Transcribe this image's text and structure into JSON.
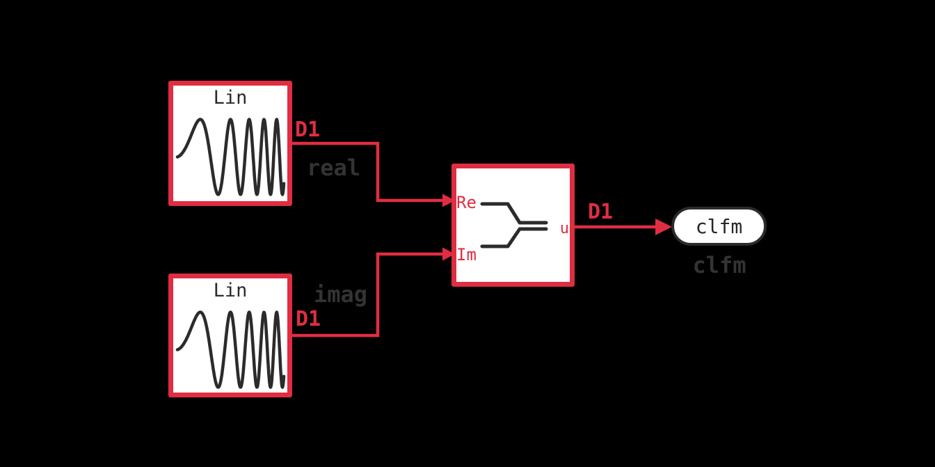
{
  "diagram_type": "simulink-block-diagram",
  "palette": {
    "background": "#000000",
    "signal_red": "#E02D42",
    "ink_dark": "#2B2B2B",
    "label_gray": "#333333",
    "block_fill": "#FFFFFF"
  },
  "blocks": {
    "chirp_real": {
      "icon_text": "Lin",
      "name": "real",
      "sample_time": "D1"
    },
    "chirp_imag": {
      "icon_text": "Lin",
      "name": "imag",
      "sample_time": "D1"
    },
    "complex_combine": {
      "port_re": "Re",
      "port_im": "Im",
      "port_u": "u",
      "sample_time": "D1"
    },
    "outport": {
      "text": "clfm",
      "name": "clfm"
    }
  }
}
